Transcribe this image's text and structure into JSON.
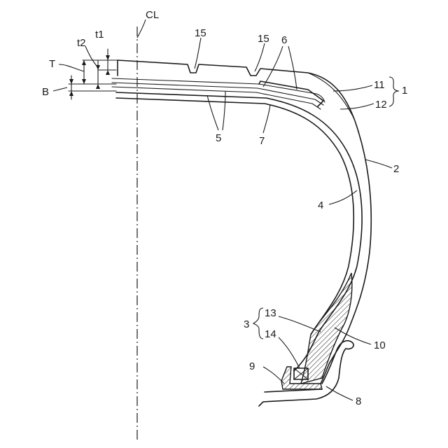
{
  "labels": {
    "cl": "CL",
    "groove_left": "15",
    "groove_right": "15",
    "belt_reinforce": "6",
    "tread_outer": "11",
    "tread_group": "1",
    "tread_inner": "12",
    "belt_left": "5",
    "inner_liner_top": "7",
    "sidewall": "2",
    "carcass": "4",
    "bead_group": "3",
    "bead_filler": "13",
    "bead_core": "14",
    "rim_cushion": "10",
    "chafer": "9",
    "rim": "8",
    "dim_T": "T",
    "dim_t1": "t1",
    "dim_t2": "t2",
    "dim_B": "B"
  }
}
